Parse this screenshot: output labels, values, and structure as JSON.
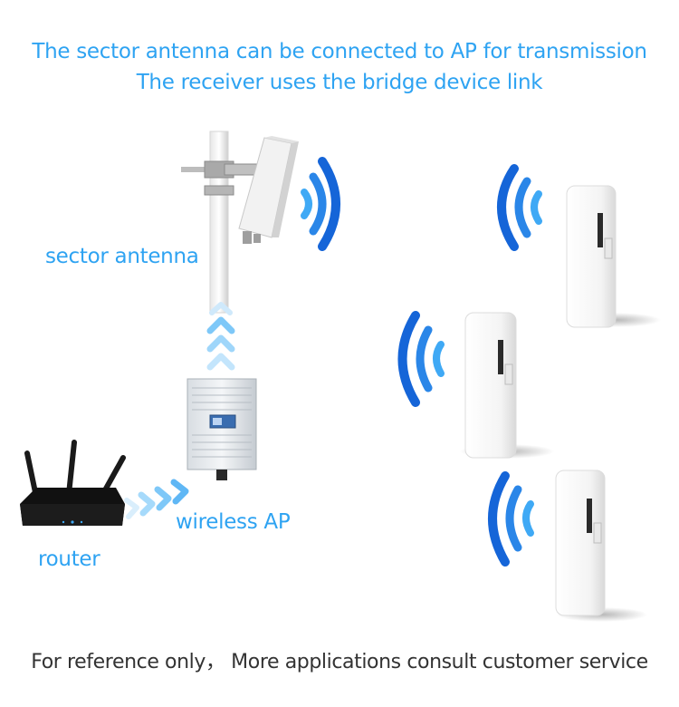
{
  "header": {
    "line1": "The sector antenna can be connected to AP for transmission",
    "line2": "The receiver uses the bridge device link"
  },
  "labels": {
    "sector_antenna": "sector antenna",
    "wireless_ap": "wireless AP",
    "router": "router"
  },
  "footer": {
    "note": "For reference only， More applications consult customer service"
  },
  "colors": {
    "accent_text": "#2ea3f2",
    "signal_dark": "#1565d8",
    "signal_light": "#3fa9f5",
    "chevron": "#7ec8f8"
  },
  "icons": [
    "sector-antenna-icon",
    "wireless-ap-icon",
    "router-icon",
    "bridge-device-icon",
    "signal-waves-icon",
    "chevron-arrows-icon"
  ]
}
